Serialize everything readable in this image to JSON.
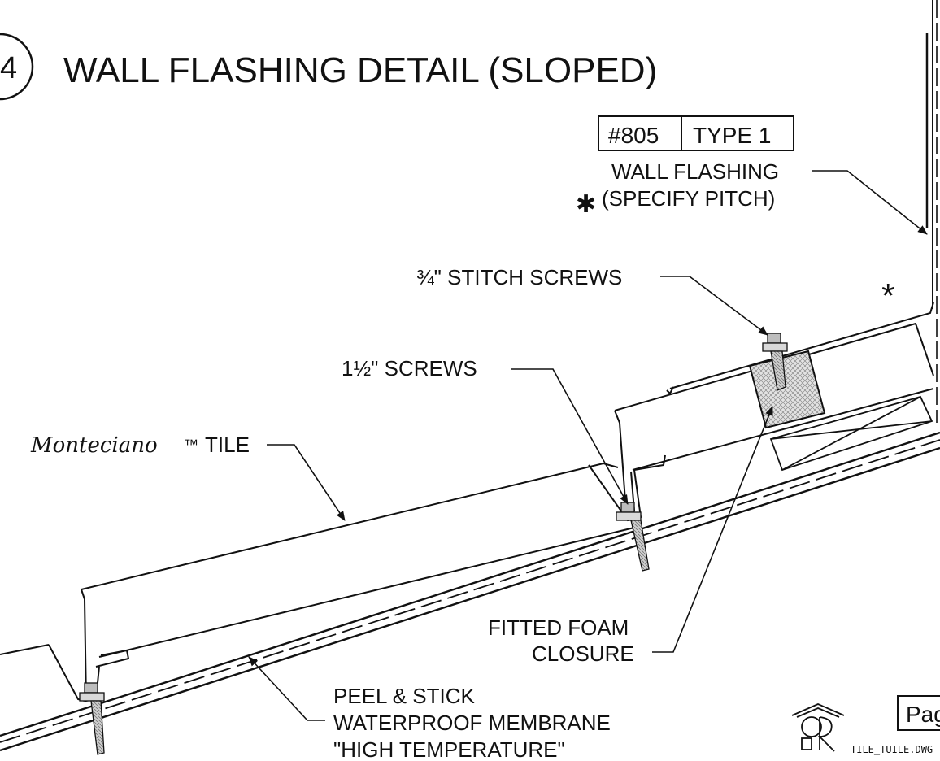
{
  "title": {
    "number": "4",
    "text": "WALL FLASHING DETAIL (SLOPED)"
  },
  "product_box": {
    "code": "#805",
    "type": "TYPE 1"
  },
  "labels": {
    "wall_flashing": "WALL FLASHING",
    "specify_pitch": "(SPECIFY PITCH)",
    "asterisk": "✱",
    "asterisk_wall": "*",
    "stitch_screws": "¾\"  STITCH SCREWS",
    "screws": "1½\"  SCREWS",
    "tile_brand": "Monteciano",
    "tile_tm": "™",
    "tile_word": "TILE",
    "foam_line1": "FITTED FOAM",
    "foam_line2": "CLOSURE",
    "membrane_line1": "PEEL & STICK",
    "membrane_line2": "WATERPROOF MEMBRANE",
    "membrane_line3": "\"HIGH TEMPERATURE\""
  },
  "footer": {
    "page_text": "Pag",
    "file_name": "TILE_TUILE.DWG"
  },
  "colors": {
    "ink": "#111111",
    "foam_fill": "#d9d9d9",
    "screw_fill": "#bdbdbd"
  }
}
